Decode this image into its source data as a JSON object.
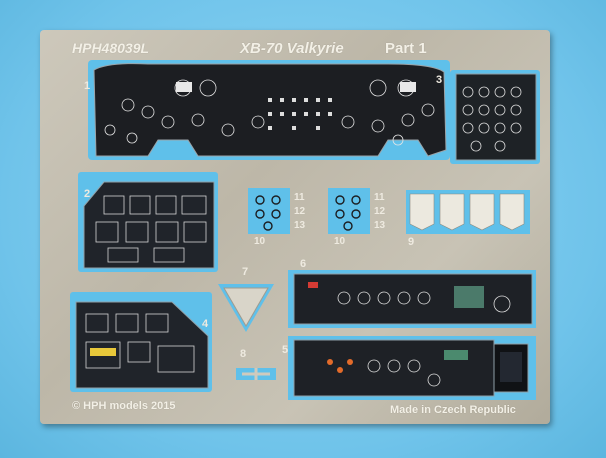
{
  "fret": {
    "code": "HPH48039L",
    "title": "XB-70 Valkyrie",
    "part": "Part 1",
    "copyright": "© HPH models 2015",
    "origin": "Made in Czech Republic"
  },
  "part_numbers": {
    "n1": "1",
    "n2": "2",
    "n3": "3",
    "n4": "4",
    "n5": "5",
    "n6": "6",
    "n7": "7",
    "n8": "8",
    "n9": "9",
    "n10a": "10",
    "n10b": "10",
    "n11a": "11",
    "n12a": "12",
    "n13a": "13",
    "n11b": "11",
    "n12b": "12",
    "n13b": "13"
  },
  "colors": {
    "background": "#6fc3ea",
    "metal": "#c4bfb1",
    "instrument_panel": "#1c1e22",
    "cutout": "#5fc0ea"
  }
}
